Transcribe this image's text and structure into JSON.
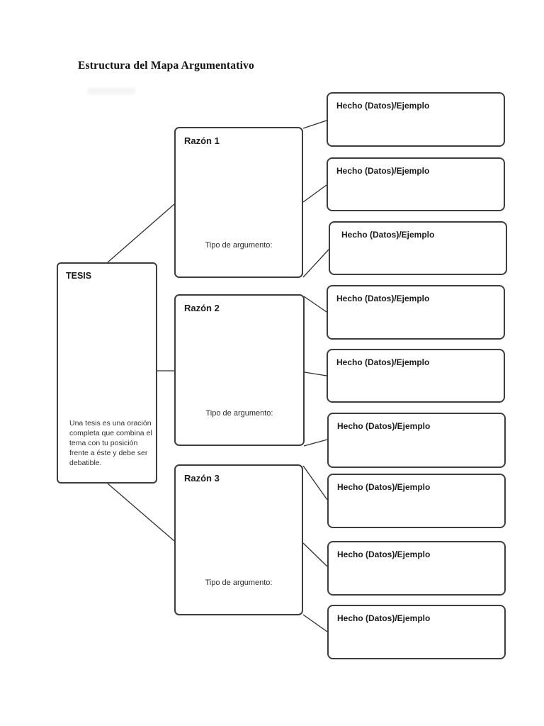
{
  "page": {
    "title": "Estructura del Mapa Argumentativo"
  },
  "diagram": {
    "tesis": {
      "label": "TESIS",
      "description": "Una tesis es una oración completa que combina el tema con tu posición frente a éste y debe ser debatible."
    },
    "razones": [
      {
        "label": "Razón 1",
        "tipo_label": "Tipo de argumento:"
      },
      {
        "label": "Razón 2",
        "tipo_label": "Tipo de argumento:"
      },
      {
        "label": "Razón 3",
        "tipo_label": "Tipo de argumento:"
      }
    ],
    "hechos": [
      {
        "label": "Hecho (Datos)/Ejemplo"
      },
      {
        "label": "Hecho (Datos)/Ejemplo"
      },
      {
        "label": "Hecho (Datos)/Ejemplo"
      },
      {
        "label": "Hecho (Datos)/Ejemplo"
      },
      {
        "label": "Hecho (Datos)/Ejemplo"
      },
      {
        "label": "Hecho (Datos)/Ejemplo"
      },
      {
        "label": "Hecho (Datos)/Ejemplo"
      },
      {
        "label": "Hecho (Datos)/Ejemplo"
      },
      {
        "label": "Hecho (Datos)/Ejemplo"
      }
    ],
    "edges": [
      {
        "from": "TESIS",
        "to": "Razón 1"
      },
      {
        "from": "TESIS",
        "to": "Razón 2"
      },
      {
        "from": "TESIS",
        "to": "Razón 3"
      },
      {
        "from": "Razón 1",
        "to": "Hecho (Datos)/Ejemplo 1"
      },
      {
        "from": "Razón 1",
        "to": "Hecho (Datos)/Ejemplo 2"
      },
      {
        "from": "Razón 1",
        "to": "Hecho (Datos)/Ejemplo 3"
      },
      {
        "from": "Razón 2",
        "to": "Hecho (Datos)/Ejemplo 4"
      },
      {
        "from": "Razón 2",
        "to": "Hecho (Datos)/Ejemplo 5"
      },
      {
        "from": "Razón 2",
        "to": "Hecho (Datos)/Ejemplo 6"
      },
      {
        "from": "Razón 3",
        "to": "Hecho (Datos)/Ejemplo 7"
      },
      {
        "from": "Razón 3",
        "to": "Hecho (Datos)/Ejemplo 8"
      },
      {
        "from": "Razón 3",
        "to": "Hecho (Datos)/Ejemplo 9"
      }
    ],
    "colors": {
      "background": "#ffffff",
      "box_border": "#3d3d3d",
      "connector_line": "#2f2f2f",
      "text": "#1a1a1a"
    }
  }
}
